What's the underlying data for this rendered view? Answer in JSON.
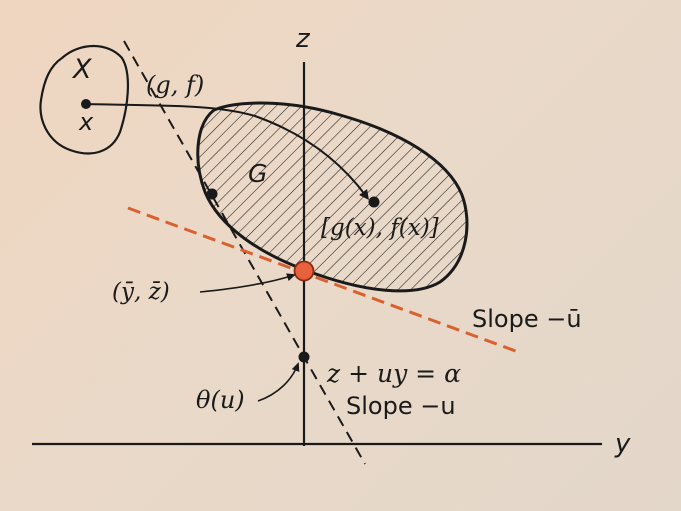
{
  "labels": {
    "set_X": "X",
    "point_x": "x",
    "map_gf": "(g, f)",
    "set_G": "G",
    "image_point": "[g(x), f(x)]",
    "tangent_point": "(ȳ, z̄)",
    "slope_ubar": "Slope −ū",
    "line_eq": "z + uy = α",
    "slope_u": "Slope −u",
    "theta_u": "θ(u)",
    "axis_z": "z",
    "axis_y": "y"
  },
  "colors": {
    "background": "#ecd6c3",
    "ink": "#1a1a1a",
    "accent_line": "#d9602f",
    "accent_dot": "#e8613d"
  }
}
